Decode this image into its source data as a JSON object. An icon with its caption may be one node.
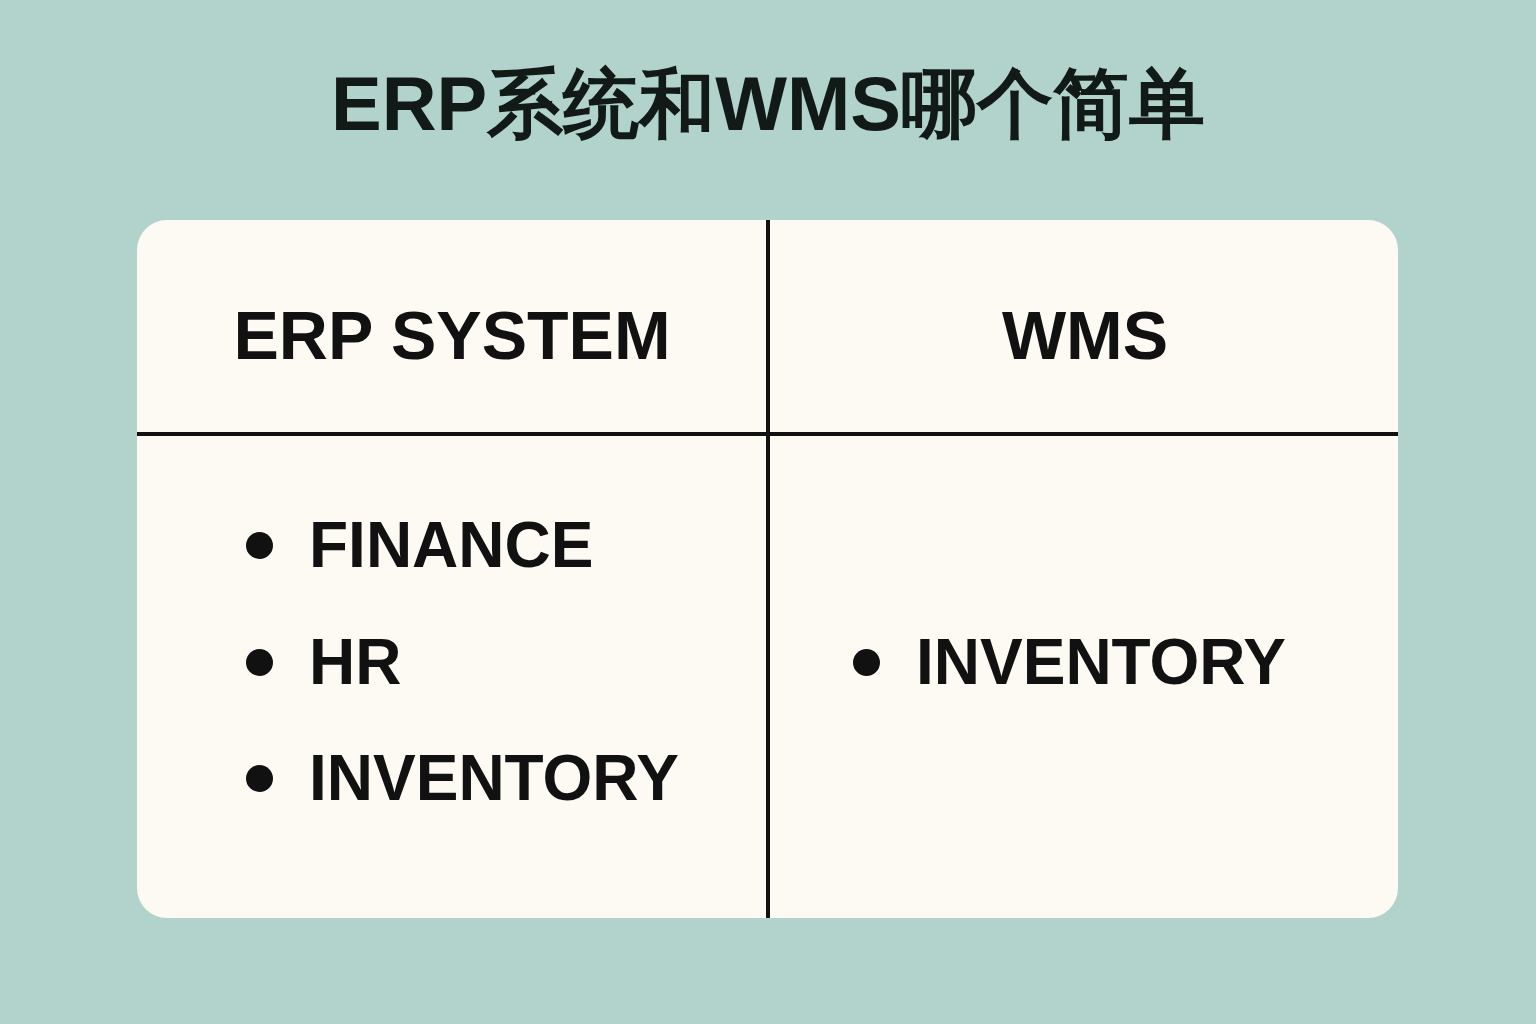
{
  "diagram": {
    "title": "ERP系统和WMS哪个简单",
    "labels": [
      "ERP SYSTEM",
      "WMS",
      "FINANCE",
      "HR",
      "INVENTORY",
      "INVENTORY"
    ]
  }
}
